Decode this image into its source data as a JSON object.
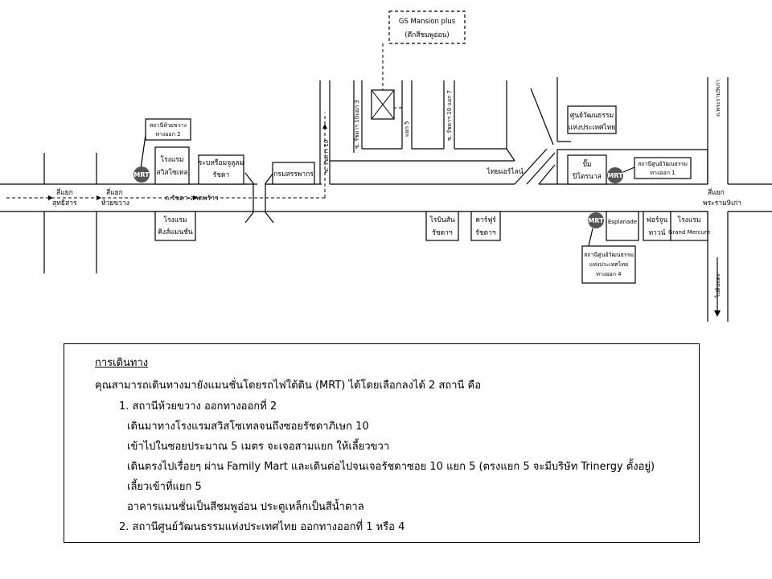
{
  "map": {
    "destination": [
      "GS Mansion plus",
      "(ตึกสีชมพูอ่อน)"
    ],
    "intersections": {
      "suthisan": [
        "สี่แยก",
        "สุทธิสาร"
      ],
      "huaikhwang": [
        "สี่แยก",
        "ห้วยขวาง"
      ],
      "phraram9": [
        "สี่แยก",
        "พระราม9เก่า"
      ]
    },
    "roads": {
      "ratchada_lat_phrao": "ถ.รัชดา-ลาดพร้าว",
      "soi10": "ซ. รัชดาฯ 10",
      "soi10_yaek3": "ซ. รัชดาฯ 10แยก 3",
      "soi10_yaek7": "ซ. รัชดาฯ 10 แยก 7",
      "yaek5": "แยก 5",
      "phraram9_old": "ถ.พระราม9เก่า",
      "to_din_daeng": "ไปดินแดง"
    },
    "places": {
      "huaikhwang_station_box": [
        "สถานีห้วยขวาง",
        "ทางออก 2"
      ],
      "swissotel": [
        "โรงแรม",
        "สวิสโซเทล"
      ],
      "ratchada_hall": [
        "ระบหรือมจูลูลม",
        "รัชดา"
      ],
      "revenue_dept": "กรมสรรพากร",
      "grand_pacific": [
        "โรงแรม",
        "คิงส์แมนชั่น"
      ],
      "robinson": [
        "โรบินสัน",
        "รัชดาฯ"
      ],
      "carrefour": [
        "คาร์ฟูร์",
        "รัชดาฯ"
      ],
      "cultural_center": [
        "ศูนย์วัฒนธรรม",
        "แห่งประเทศไทย"
      ],
      "jubilee": "ไทยแอร์ไลน์",
      "pumps": [
        "ปั๊ม",
        "ปิโตรนาส"
      ],
      "culture_station_box1": [
        "สถานีศูนย์วัฒนธรรม",
        "ทางออก 1"
      ],
      "esplanade": "Esplanade",
      "fortune": [
        "ฟอร์จูน",
        "ทาวน์"
      ],
      "grand_mercure": [
        "โรงแรม",
        "Grand Mercure"
      ],
      "culture_station_box4": [
        "สถานีศูนย์วัฒนธรรม",
        "แห่งประเทศไทย",
        "ทางออก 4"
      ]
    },
    "mrt_label": "MRT"
  },
  "directions": {
    "title": "การเดินทาง",
    "intro": "คุณสามารถเดินทางมายังแมนชั่นโดยรถไฟใต้ดิน (MRT) ได้โดยเลือกลงได้ 2 สถานี คือ",
    "step1": "1. สถานีห้วยขวาง ออกทางออกที่ 2",
    "step1_lines": [
      "เดินมาทางโรงแรมสวิสโซเทลจนถึงซอยรัชดาภิเษก 10",
      "เข้าไปในซอยประมาณ 5 เมตร จะเจอสามแยก ให้เลี้ยวขวา",
      "เดินตรงไปเรื่อยๆ ผ่าน Family Mart และเดินต่อไปจนเจอรัชดาซอย 10 แยก 5 (ตรงแยก 5 จะมีบริษัท Trinergy ตั้งอยู่)",
      "เลี้ยวเข้าที่แยก 5",
      "อาคารแมนชั่นเป็นสีชมพูอ่อน ประตูเหล็กเป็นสีน้ำตาล"
    ],
    "step2": "2. สถานีศูนย์วัฒนธรรมแห่งประเทศไทย ออกทางออกที่ 1 หรือ 4"
  }
}
